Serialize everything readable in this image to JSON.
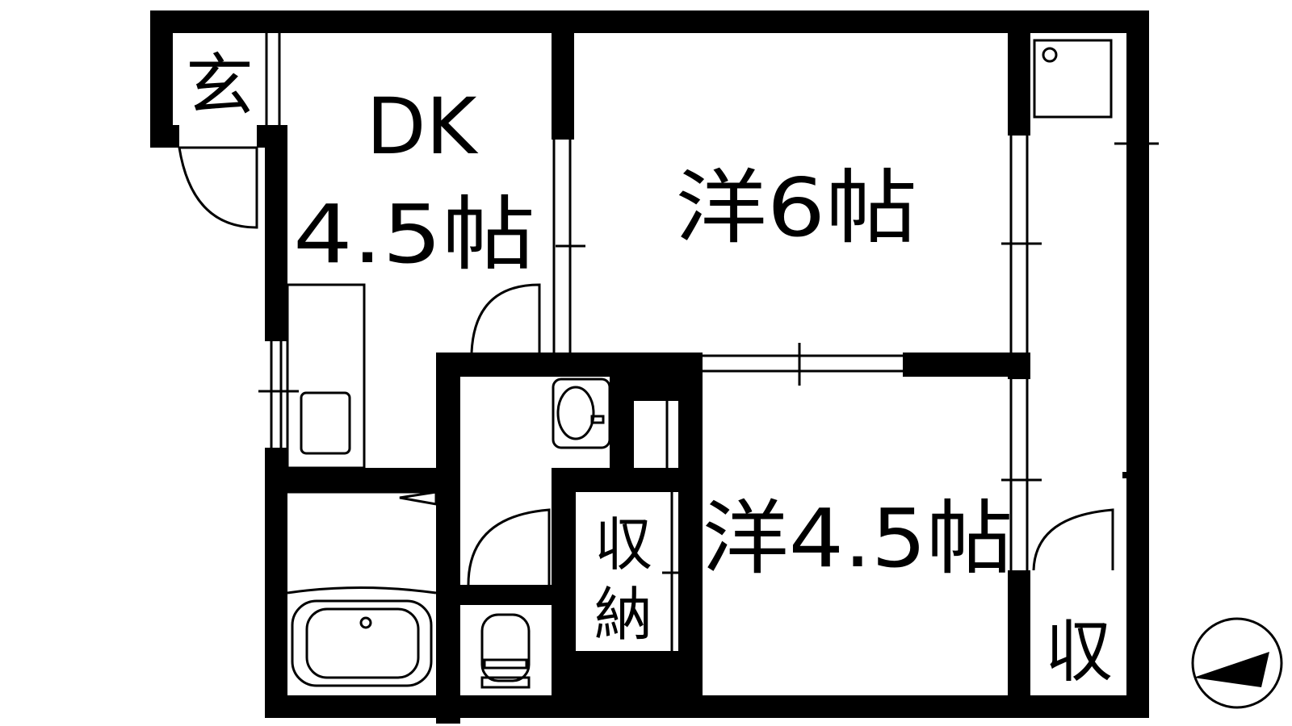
{
  "floorplan": {
    "rooms": {
      "entrance": {
        "label": "玄"
      },
      "dk": {
        "name": "DK",
        "size": "4.5帖"
      },
      "western_1": {
        "label": "洋6帖"
      },
      "western_2": {
        "label": "洋4.5帖"
      },
      "storage_mid": {
        "line1": "収",
        "line2": "納"
      },
      "storage_right": {
        "label": "収"
      }
    },
    "colors": {
      "wall": "#000000",
      "background": "#ffffff"
    }
  }
}
